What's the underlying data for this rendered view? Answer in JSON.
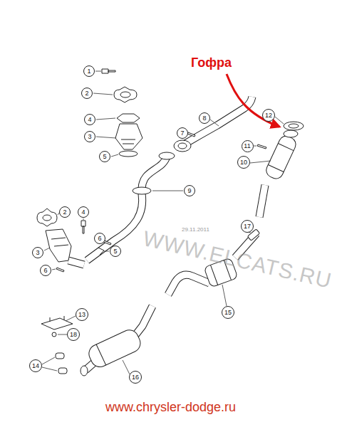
{
  "diagram": {
    "caption": "www.chrysler-dodge.ru",
    "nodes": [
      {
        "text": [
          "1"
        ]
      },
      {
        "text": [
          "2"
        ]
      },
      {
        "text": [
          "4"
        ]
      },
      {
        "text": [
          "3"
        ]
      },
      {
        "text": [
          "5"
        ]
      },
      {
        "text": [
          "8"
        ]
      },
      {
        "text": [
          "7"
        ]
      },
      {
        "text": [
          "12"
        ]
      },
      {
        "text": [
          "11"
        ]
      },
      {
        "text": [
          "10"
        ]
      },
      {
        "text": [
          "9"
        ]
      },
      {
        "text": [
          "2"
        ]
      },
      {
        "text": [
          "4"
        ]
      },
      {
        "text": [
          "17"
        ]
      },
      {
        "text": [
          "6"
        ]
      },
      {
        "text": [
          "3"
        ]
      },
      {
        "text": [
          "5"
        ]
      },
      {
        "text": [
          "6"
        ]
      },
      {
        "text": [
          "15"
        ]
      },
      {
        "text": [
          "13"
        ]
      },
      {
        "text": [
          "18"
        ]
      },
      {
        "text": [
          "14"
        ]
      },
      {
        "text": [
          "16"
        ]
      }
    ],
    "edges": [],
    "labels": [
      "Гофра",
      "WWW.ELCATS.RU",
      "29.11.2011"
    ]
  }
}
